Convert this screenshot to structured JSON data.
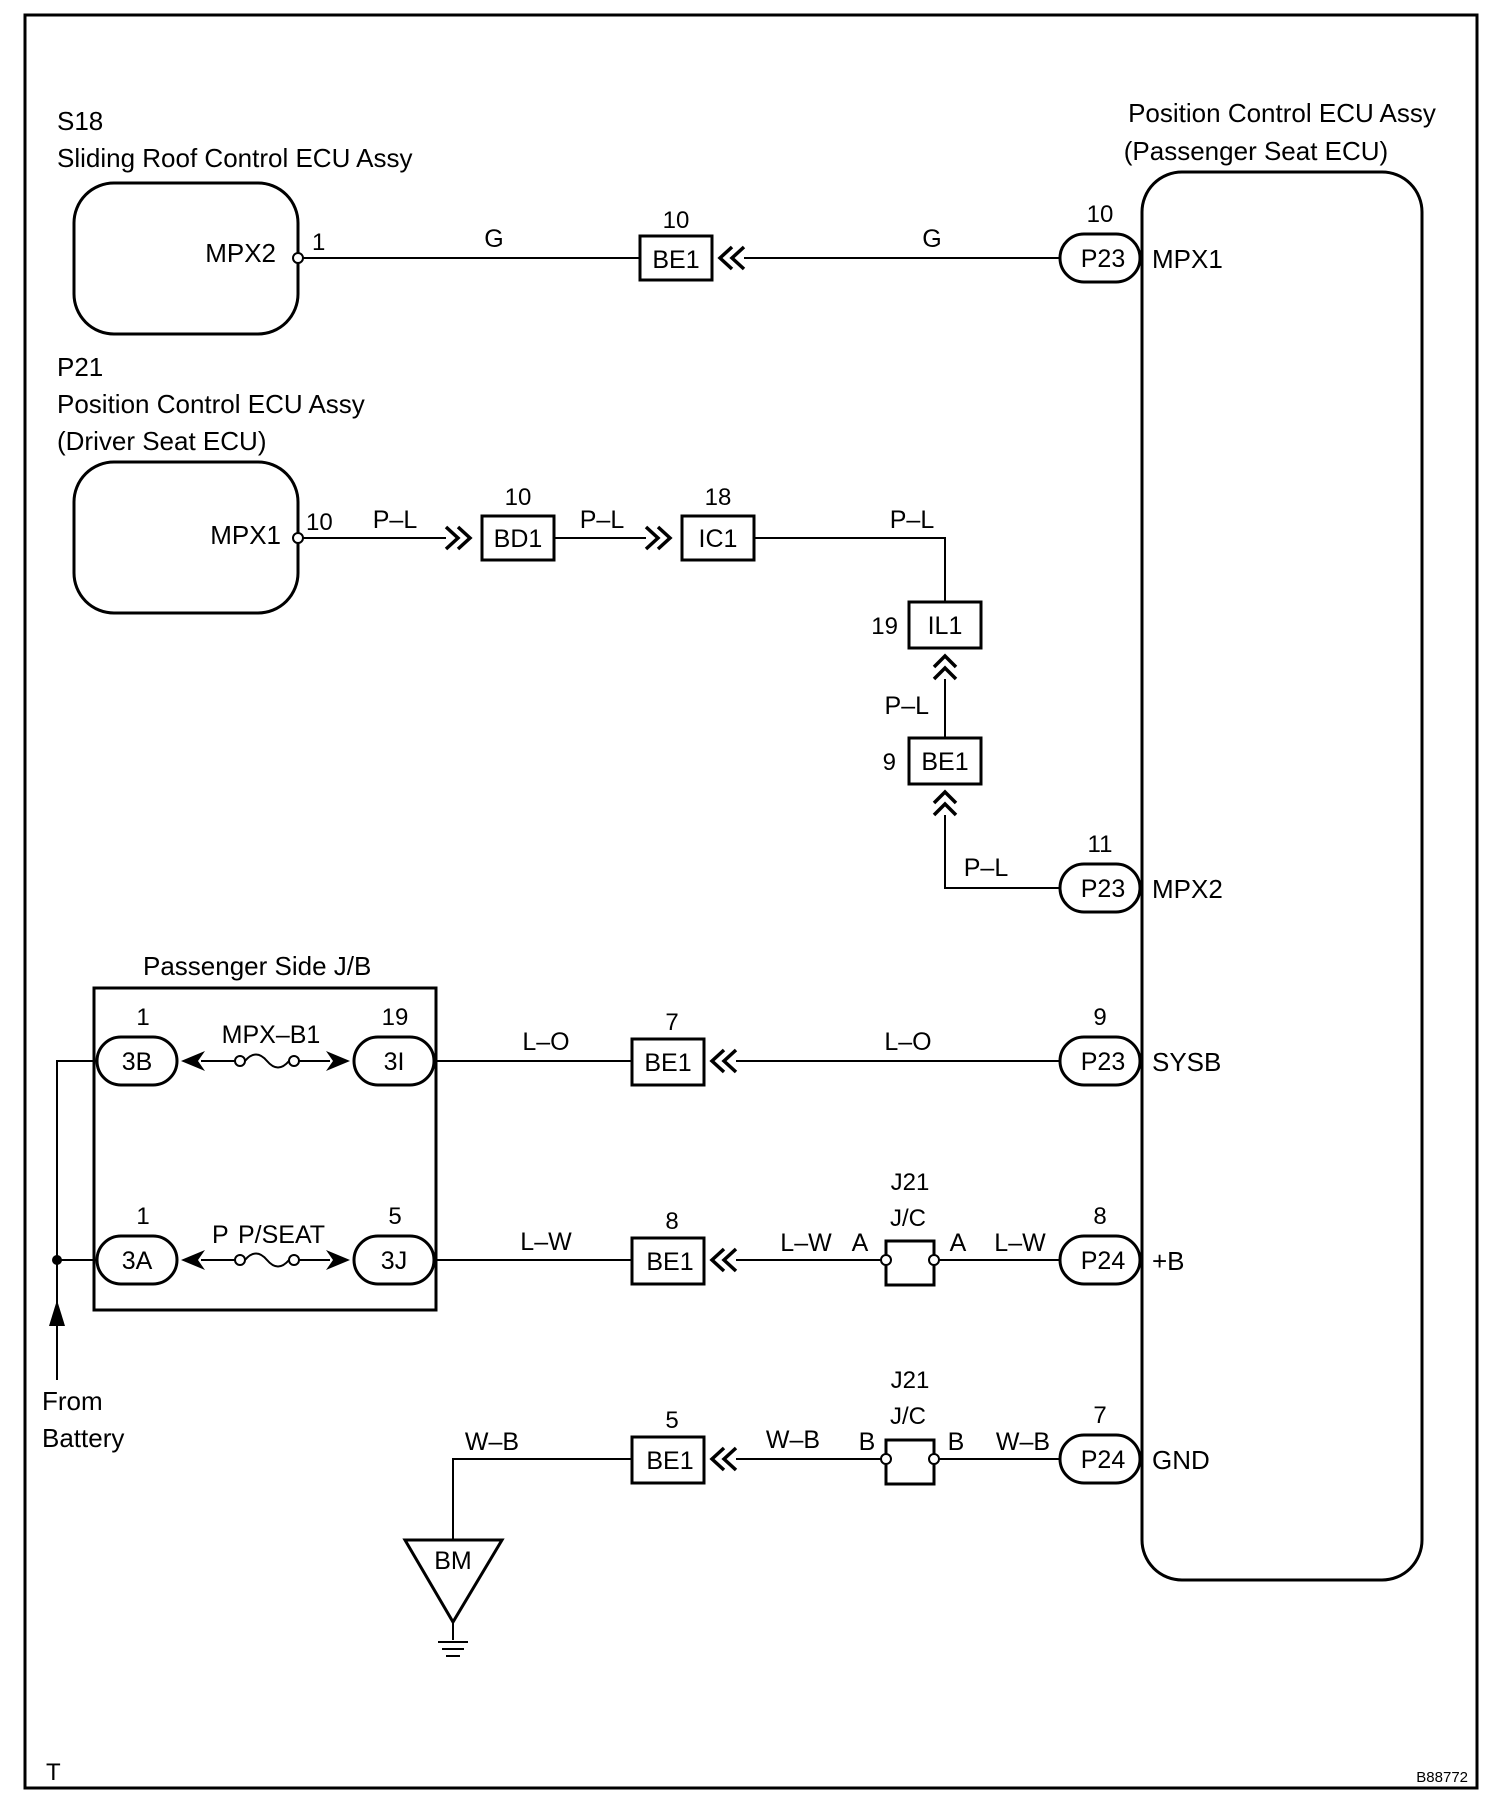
{
  "components": {
    "s18": {
      "id": "S18",
      "name": "Sliding Roof Control ECU Assy",
      "pin_name": "MPX2",
      "pin": "1"
    },
    "p21": {
      "id": "P21",
      "name": "Position Control ECU Assy",
      "sub": "(Driver Seat ECU)",
      "pin_name": "MPX1",
      "pin": "10"
    },
    "passenger_ecu": {
      "name": "Position Control ECU Assy",
      "sub": "(Passenger Seat ECU)",
      "terminals": [
        {
          "num": "10",
          "conn": "P23",
          "label": "MPX1"
        },
        {
          "num": "11",
          "conn": "P23",
          "label": "MPX2"
        },
        {
          "num": "9",
          "conn": "P23",
          "label": "SYSB"
        },
        {
          "num": "8",
          "conn": "P24",
          "label": "+B"
        },
        {
          "num": "7",
          "conn": "P24",
          "label": "GND"
        }
      ]
    },
    "jb": {
      "title": "Passenger Side J/B",
      "fuse1": {
        "name": "MPX–B1",
        "in_num": "1",
        "in_conn": "3B",
        "out_num": "19",
        "out_conn": "3I"
      },
      "fuse2": {
        "name": "P/SEAT",
        "prefix": "P",
        "in_num": "1",
        "in_conn": "3A",
        "out_num": "5",
        "out_conn": "3J"
      }
    },
    "jc": {
      "id": "J21",
      "name": "J/C",
      "pin_a": "A",
      "pin_b": "B"
    },
    "ground": {
      "label": "BM"
    }
  },
  "connectors": {
    "be1_10": {
      "num": "10",
      "label": "BE1"
    },
    "bd1": {
      "num": "10",
      "label": "BD1"
    },
    "ic1": {
      "num": "18",
      "label": "IC1"
    },
    "il1": {
      "num": "19",
      "label": "IL1"
    },
    "be1_9": {
      "num": "9",
      "label": "BE1"
    },
    "be1_7": {
      "num": "7",
      "label": "BE1"
    },
    "be1_8": {
      "num": "8",
      "label": "BE1"
    },
    "be1_5": {
      "num": "5",
      "label": "BE1"
    }
  },
  "wires": {
    "g": "G",
    "pl": "P–L",
    "lo": "L–O",
    "lw": "L–W",
    "wb": "W–B"
  },
  "from_battery": [
    "From",
    "Battery"
  ],
  "corner_mark": "T",
  "figure_id": "B88772"
}
